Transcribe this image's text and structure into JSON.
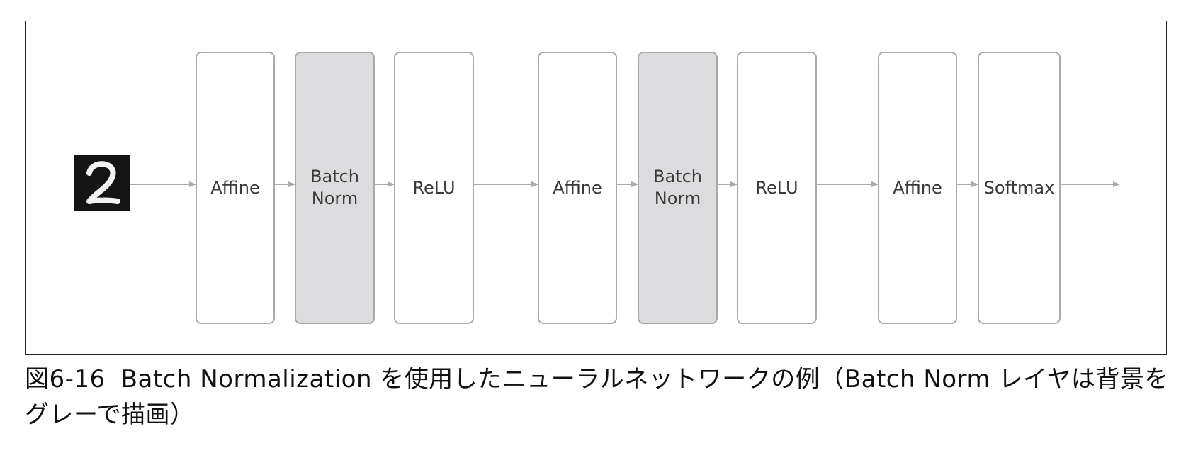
{
  "diagram": {
    "input": {
      "icon": "mnist-digit-2-icon"
    },
    "layers": [
      {
        "label": "Affine",
        "shaded": false
      },
      {
        "label": "Batch\nNorm",
        "shaded": true
      },
      {
        "label": "ReLU",
        "shaded": false
      },
      {
        "label": "Affine",
        "shaded": false
      },
      {
        "label": "Batch\nNorm",
        "shaded": true
      },
      {
        "label": "ReLU",
        "shaded": false
      },
      {
        "label": "Affine",
        "shaded": false
      },
      {
        "label": "Softmax",
        "shaded": false
      }
    ],
    "colors": {
      "box_border": "#aaaaaa",
      "shaded_fill": "#dcdcde",
      "arrow": "#aaaaaa",
      "frame": "#222222"
    }
  },
  "caption": {
    "figure_number": "図6-16",
    "text": "Batch Normalization を使用したニューラルネットワークの例（Batch Norm レイヤは背景をグレーで描画）"
  }
}
